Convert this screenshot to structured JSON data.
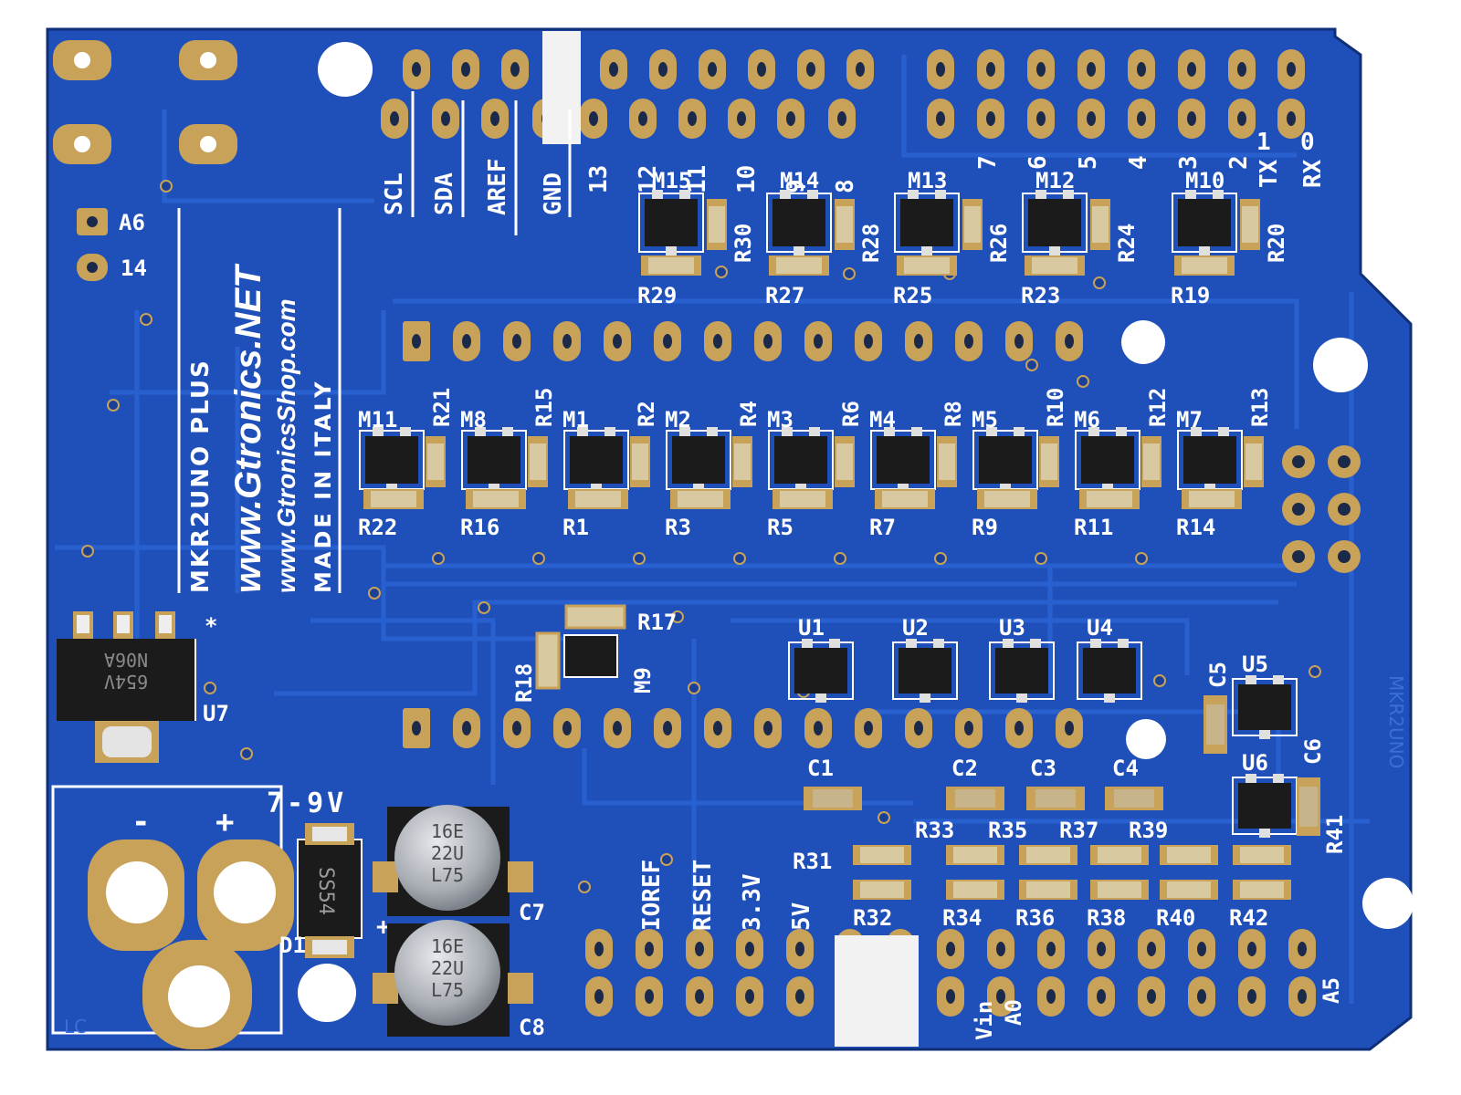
{
  "colors": {
    "pcb": "#1f4fb8",
    "pcb_dark": "#163f9a",
    "trace": "#2b63d4",
    "pad": "#c9a25a",
    "pad_inner": "#1b2a4a",
    "silk": "#ffffff",
    "ic": "#1b1b1b",
    "resistor": "#d8c9a0",
    "cap": "#c8b48a",
    "electrolytic": "#b8bcc2"
  },
  "board": {
    "model": "MKR2UNO PLUS",
    "site": "www.Gtronics.NET",
    "shop": "www.GtronicsShop.com",
    "origin": "MADE IN ITALY",
    "corner_tag": "LC",
    "side_tag": "MKR2UNO"
  },
  "header_top_labels": [
    "SCL",
    "SDA",
    "AREF",
    "GND",
    "13",
    "12",
    "11",
    "10",
    "9",
    "8",
    "7",
    "6",
    "5",
    "4",
    "3",
    "2",
    "1",
    "0"
  ],
  "tx_label": "TX",
  "rx_label": "RX",
  "header_bottom_labels": [
    "IOREF",
    "RESET",
    "3.3V",
    "5V",
    "Vin",
    "A0",
    "A5"
  ],
  "left_labels": {
    "a6": "A6",
    "p14": "14",
    "u7": "U7",
    "star": "*",
    "d1": "D1",
    "voltage": "7-9V",
    "minus": "-",
    "plus": "+",
    "cap_plus": "+"
  },
  "regulator": {
    "line1": "N06A",
    "line2": "654V"
  },
  "diode_text": "SS54",
  "electrolytic_text": {
    "l1": "16E",
    "l2": "22U",
    "l3": "L75"
  },
  "mosfet_top": [
    {
      "m": "M15",
      "r_side": "R30",
      "r_bottom": "R29"
    },
    {
      "m": "M14",
      "r_side": "R28",
      "r_bottom": "R27"
    },
    {
      "m": "M13",
      "r_side": "R26",
      "r_bottom": "R25"
    },
    {
      "m": "M12",
      "r_side": "R24",
      "r_bottom": "R23"
    },
    {
      "m": "M10",
      "r_side": "R20",
      "r_bottom": "R19"
    }
  ],
  "mosfet_mid": [
    {
      "m": "M11",
      "r_top": "R21",
      "r_bottom": "R22"
    },
    {
      "m": "M8",
      "r_top": "R15",
      "r_bottom": "R16"
    },
    {
      "m": "M1",
      "r_top": "R2",
      "r_bottom": "R1"
    },
    {
      "m": "M2",
      "r_top": "R4",
      "r_bottom": "R3"
    },
    {
      "m": "M3",
      "r_top": "R6",
      "r_bottom": "R5"
    },
    {
      "m": "M4",
      "r_top": "R8",
      "r_bottom": "R7"
    },
    {
      "m": "M5",
      "r_top": "R10",
      "r_bottom": "R9"
    },
    {
      "m": "M6",
      "r_top": "R12",
      "r_bottom": "R11"
    },
    {
      "m": "M7",
      "r_top": "R13",
      "r_bottom": "R14"
    }
  ],
  "m9": {
    "m": "M9",
    "r_top": "R17",
    "r_side": "R18"
  },
  "u_chips": [
    "U1",
    "U2",
    "U3",
    "U4",
    "U5",
    "U6"
  ],
  "caps": [
    "C1",
    "C2",
    "C3",
    "C4",
    "C5",
    "C6",
    "C7",
    "C8"
  ],
  "res_top_row": [
    "R31",
    "R33",
    "R35",
    "R37",
    "R39",
    "R41"
  ],
  "res_bottom_row": [
    "R32",
    "R34",
    "R36",
    "R38",
    "R40",
    "R42"
  ]
}
